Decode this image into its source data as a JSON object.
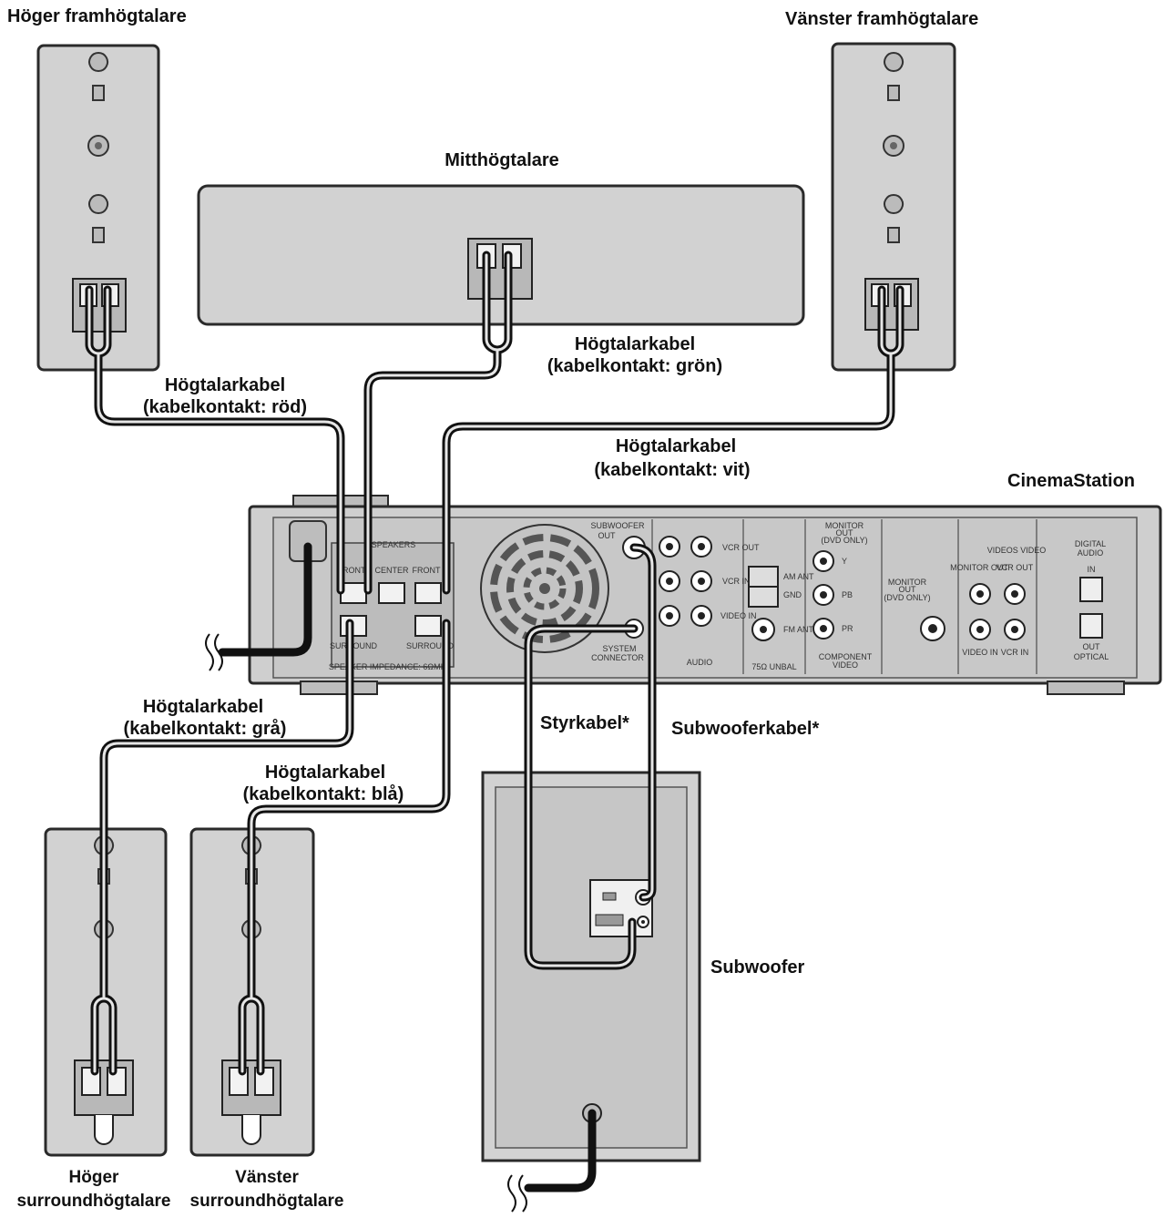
{
  "labels": {
    "front_right": "Höger framhögtalare",
    "front_left": "Vänster framhögtalare",
    "center": "Mitthögtalare",
    "cable_green_l1": "Högtalarkabel",
    "cable_green_l2": "(kabelkontakt: grön)",
    "cable_red_l1": "Högtalarkabel",
    "cable_red_l2": "(kabelkontakt: röd)",
    "cable_white_l1": "Högtalarkabel",
    "cable_white_l2": "(kabelkontakt: vit)",
    "cinemastation": "CinemaStation",
    "cable_gray_l1": "Högtalarkabel",
    "cable_gray_l2": "(kabelkontakt: grå)",
    "cable_blue_l1": "Högtalarkabel",
    "cable_blue_l2": "(kabelkontakt: blå)",
    "control_cable": "Styrkabel*",
    "sub_cable": "Subwooferkabel*",
    "subwoofer": "Subwoofer",
    "surround_right_l1": "Höger",
    "surround_right_l2": "surroundhögtalare",
    "surround_left_l1": "Vänster",
    "surround_left_l2": "surroundhögtalare"
  },
  "panel": {
    "speakers": "SPEAKERS",
    "front_r": "FRONT",
    "center": "CENTER",
    "front_l": "FRONT",
    "surround_r": "SURROUND",
    "surround_l": "SURROUND",
    "impedance": "SPEAKER IMPEDANCE: 6ΩMIN.",
    "subwoofer_out_1": "SUBWOOFER",
    "subwoofer_out_2": "OUT",
    "system_1": "SYSTEM",
    "system_2": "CONNECTOR",
    "vcr_out": "VCR OUT",
    "vcr_in": "VCR IN",
    "video_in": "VIDEO IN",
    "audio": "AUDIO",
    "am_ant": "AM ANT",
    "gnd": "GND",
    "fm_ant": "FM ANT",
    "unbal": "75Ω UNBAL",
    "monitor_out_1": "MONITOR",
    "monitor_out_2": "OUT",
    "dvd_only": "(DVD ONLY)",
    "y": "Y",
    "pb": "PB",
    "pr": "PR",
    "component_1": "COMPONENT",
    "component_2": "VIDEO",
    "s_monitor_1": "MONITOR",
    "s_monitor_2": "OUT",
    "s_dvd_only": "(DVD ONLY)",
    "videos_video": "VIDEOS VIDEO",
    "v_monitor_out": "MONITOR OUT",
    "v_vcr_out": "VCR OUT",
    "v_video_in": "VIDEO IN",
    "v_vcr_in": "VCR IN",
    "digital_1": "DIGITAL",
    "digital_2": "AUDIO",
    "d_in": "IN",
    "d_out": "OUT",
    "optical": "OPTICAL"
  },
  "colors": {
    "line": "#111111",
    "device_fill": "#d2d2d2",
    "background": "#ffffff"
  }
}
